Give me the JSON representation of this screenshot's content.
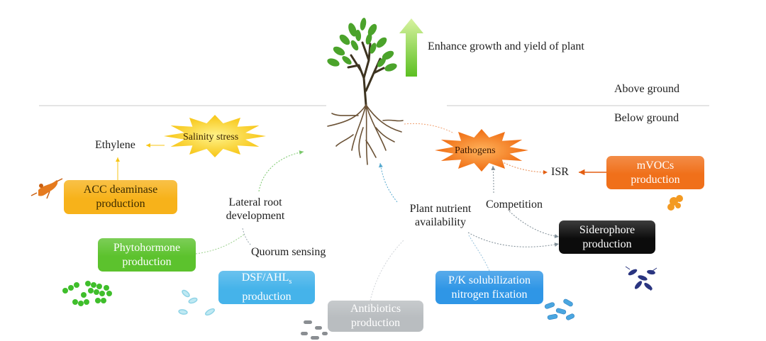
{
  "labels": {
    "enhance": "Enhance growth and yield of plant",
    "above_ground": "Above ground",
    "below_ground": "Below ground",
    "ethylene": "Ethylene",
    "salinity_stress": "Salinity stress",
    "pathogens": "Pathogens",
    "isr": "ISR",
    "lateral_root": [
      "Lateral root",
      "development"
    ],
    "quorum_sensing": "Quorum sensing",
    "plant_nutrient": [
      "Plant nutrient",
      "availability"
    ],
    "competition": "Competition"
  },
  "boxes": {
    "acc": {
      "lines": [
        "ACC deaminase",
        "production"
      ],
      "color": "#f7b21a"
    },
    "phytohormone": {
      "lines": [
        "Phytohormone",
        "production"
      ],
      "color": "#5cc22d"
    },
    "dsf": {
      "line1_main": "DSF/AHL",
      "line1_sub": "s",
      "line2": "production",
      "color": "#45b3ea"
    },
    "antibiotics": {
      "lines": [
        "Antibiotics",
        "production"
      ],
      "color": "#b9bdc0"
    },
    "pk": {
      "lines": [
        "P/K solubilization",
        "nitrogen fixation"
      ],
      "color": "#2f96e6"
    },
    "siderophore": {
      "lines": [
        "Siderophore",
        "production"
      ],
      "color": "#0c0c0c"
    },
    "mvocs": {
      "lines": [
        "mVOCs",
        "production"
      ],
      "color": "#f0701a"
    }
  },
  "colors": {
    "arrow_up": "#6ccf2a",
    "burst_yellow": "#f9d222",
    "burst_orange": "#f47e1e",
    "root": "#6b5236",
    "leaf": "#4ba32b"
  }
}
